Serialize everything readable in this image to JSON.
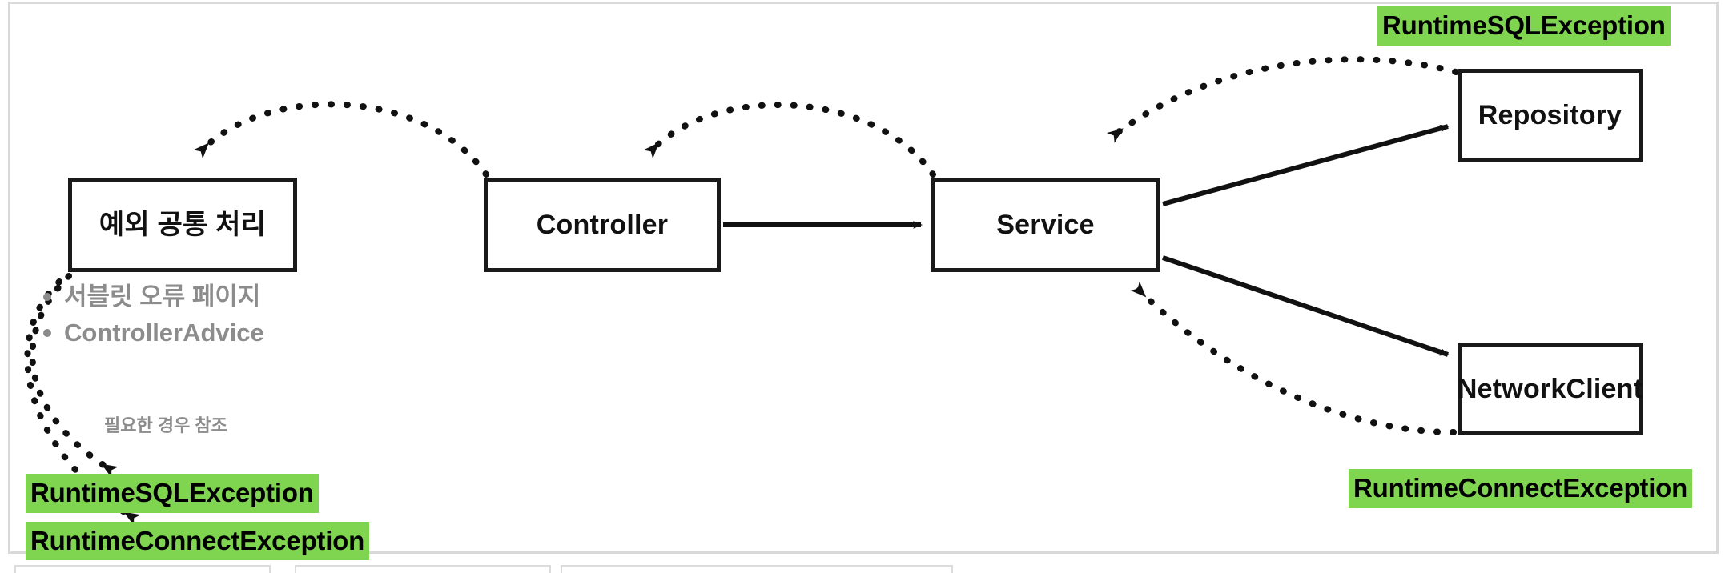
{
  "diagram": {
    "title": "Spring exception propagation diagram",
    "accent_green": "#7fd450",
    "muted_gray": "#8c8c8c",
    "stroke_black": "#1a1a1a",
    "nodes": [
      {
        "id": "exception-handler",
        "label": "예외 공통 처리"
      },
      {
        "id": "controller",
        "label": "Controller"
      },
      {
        "id": "service",
        "label": "Service"
      },
      {
        "id": "repository",
        "label": "Repository"
      },
      {
        "id": "network-client",
        "label": "NetworkClient"
      }
    ],
    "bullets": [
      {
        "label": "서블릿 오류 페이지"
      },
      {
        "label": "ControllerAdvice"
      }
    ],
    "note": "필요한 경우 참조",
    "chips": [
      {
        "id": "chip-top-right",
        "label": "RuntimeSQLException"
      },
      {
        "id": "chip-bottom-right",
        "label": "RuntimeConnectException"
      },
      {
        "id": "chip-left-1",
        "label": "RuntimeSQLException"
      },
      {
        "id": "chip-left-2",
        "label": "RuntimeConnectException"
      }
    ],
    "edges": [
      {
        "id": "controller-to-service",
        "style": "solid",
        "from": "controller",
        "to": "service"
      },
      {
        "id": "service-to-repository",
        "style": "solid",
        "from": "service",
        "to": "repository"
      },
      {
        "id": "service-to-network",
        "style": "solid",
        "from": "service",
        "to": "network-client"
      },
      {
        "id": "repository-to-service-exception",
        "style": "dotted",
        "from": "repository",
        "to": "service"
      },
      {
        "id": "network-to-service-exception",
        "style": "dotted",
        "from": "network-client",
        "to": "service"
      },
      {
        "id": "service-to-controller-exception",
        "style": "dotted",
        "from": "service",
        "to": "controller"
      },
      {
        "id": "controller-to-handler-exception",
        "style": "dotted",
        "from": "controller",
        "to": "exception-handler"
      },
      {
        "id": "handler-to-sql-exception",
        "style": "dotted",
        "from": "exception-handler",
        "to": "chip-left-1"
      },
      {
        "id": "handler-to-connect-exception",
        "style": "dotted",
        "from": "exception-handler",
        "to": "chip-left-2"
      }
    ]
  }
}
